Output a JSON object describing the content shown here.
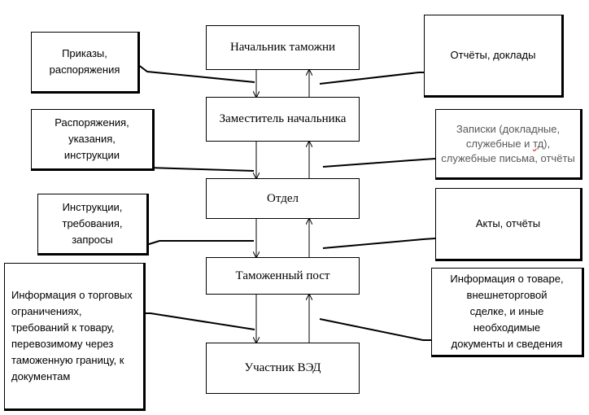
{
  "colors": {
    "line": "#000000",
    "box": "#ffffff",
    "muted_text": "#595959"
  },
  "levels": [
    {
      "label": "Начальник таможни"
    },
    {
      "label": "Заместитель начальника"
    },
    {
      "label": "Отдел"
    },
    {
      "label": "Таможенный пост"
    },
    {
      "label": "Участник ВЭД"
    }
  ],
  "downward": [
    "Приказы,\nраспоряжения",
    "Распоряжения,\nуказания,\nинструкции",
    "Инструкции,\nтребования,\nзапросы",
    "Информация о торговых\nограничениях,\nтребований к товару,\nперевозимому через\nтаможенную границу, к\nдокументам"
  ],
  "upward": [
    "Отчёты, доклады",
    {
      "before": "Записки (докладные,\nслужебные и ",
      "underlined": "тд",
      "after": "),\nслужебные письма, отчёты"
    },
    "Акты, отчёты",
    "Информация о товаре,\nвнешнеторговой\nсделке, и иные\nнеобходимые\nдокументы и сведения"
  ]
}
